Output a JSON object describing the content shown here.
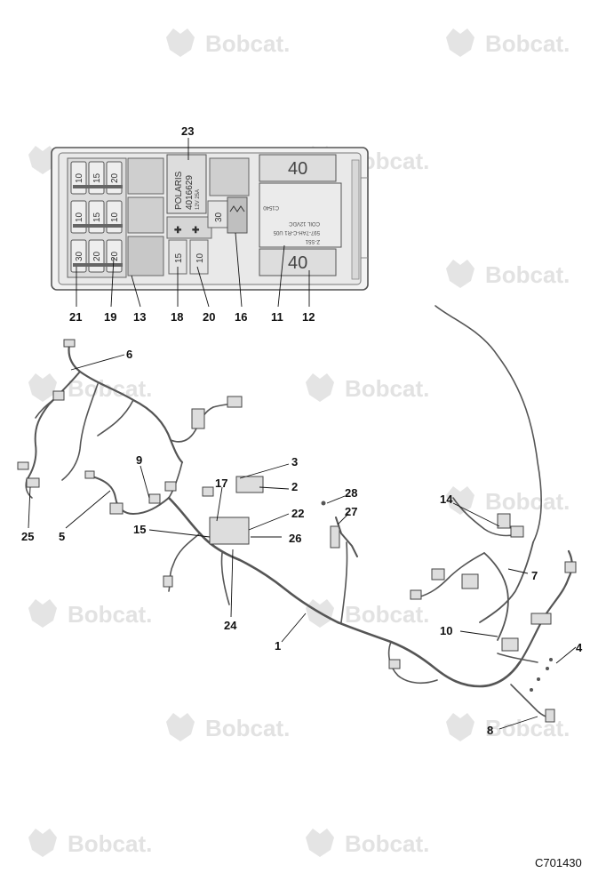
{
  "brand": {
    "watermark_text": "Bobcat.",
    "watermark_color": "#e2e2e2"
  },
  "drawing_code": "C701430",
  "fuse_box": {
    "fuse_ratings": [
      "10",
      "15",
      "20",
      "10",
      "15",
      "10",
      "30",
      "20",
      "20"
    ],
    "small_fuse_ratings": [
      "15",
      "10"
    ],
    "relay_30_label": "30",
    "relay_top_label": "40",
    "relay_bottom_label": "40",
    "module_text": [
      "POLARIS",
      "4016629",
      "12V 25A"
    ],
    "relay_text": [
      "Z-S51",
      "597-7AH-C-R1 U05",
      "COIL 12VDC",
      "C1540"
    ]
  },
  "callouts": [
    "23",
    "21",
    "19",
    "13",
    "18",
    "20",
    "16",
    "11",
    "12",
    "6",
    "9",
    "17",
    "3",
    "2",
    "28",
    "27",
    "14",
    "22",
    "26",
    "15",
    "25",
    "5",
    "7",
    "24",
    "1",
    "10",
    "4",
    "8"
  ]
}
